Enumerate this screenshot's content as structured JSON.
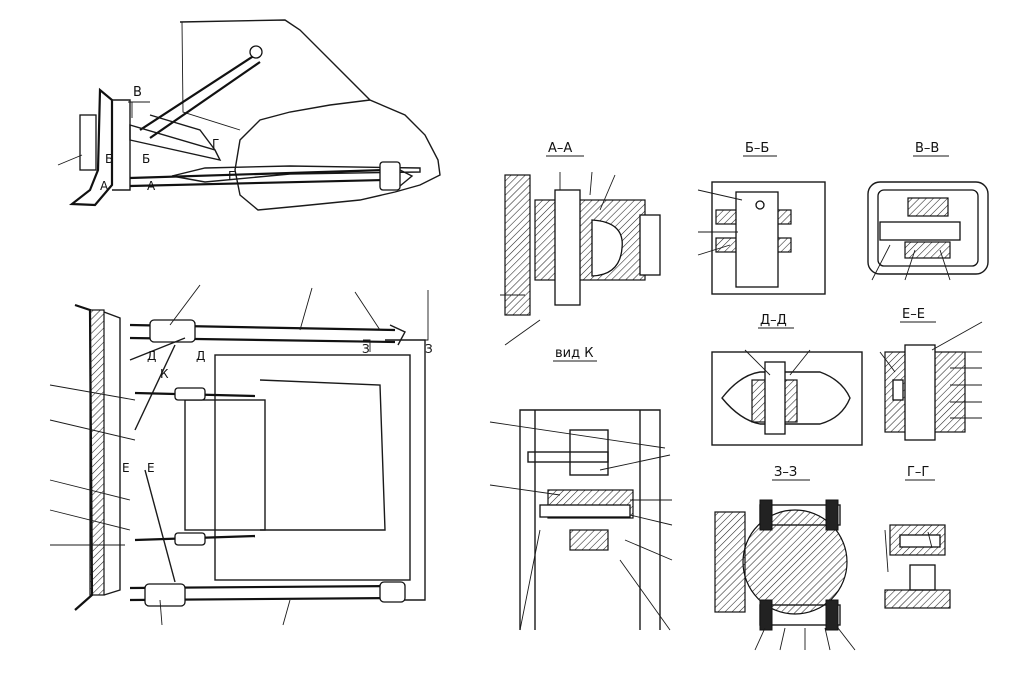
{
  "main_view_labels": {
    "v_arrow": "В",
    "b_mark_left": "Б",
    "b_mark_right": "Б",
    "a_mark": "А",
    "a_mark2": "А",
    "g_mark": "Г",
    "g_mark2": "Г"
  },
  "plan_view_labels": {
    "z_left": "З",
    "z_right": "З",
    "d_left": "Д",
    "d_right": "Д",
    "k_mark": "К",
    "e_left": "Е",
    "e_right": "Е"
  },
  "sections": {
    "aa": "А–А",
    "bb": "Б–Б",
    "vv": "В–В",
    "vid_k": "вид К",
    "dd": "Д–Д",
    "ee": "Е–Е",
    "zz": "З–З",
    "gg": "Г–Г"
  }
}
